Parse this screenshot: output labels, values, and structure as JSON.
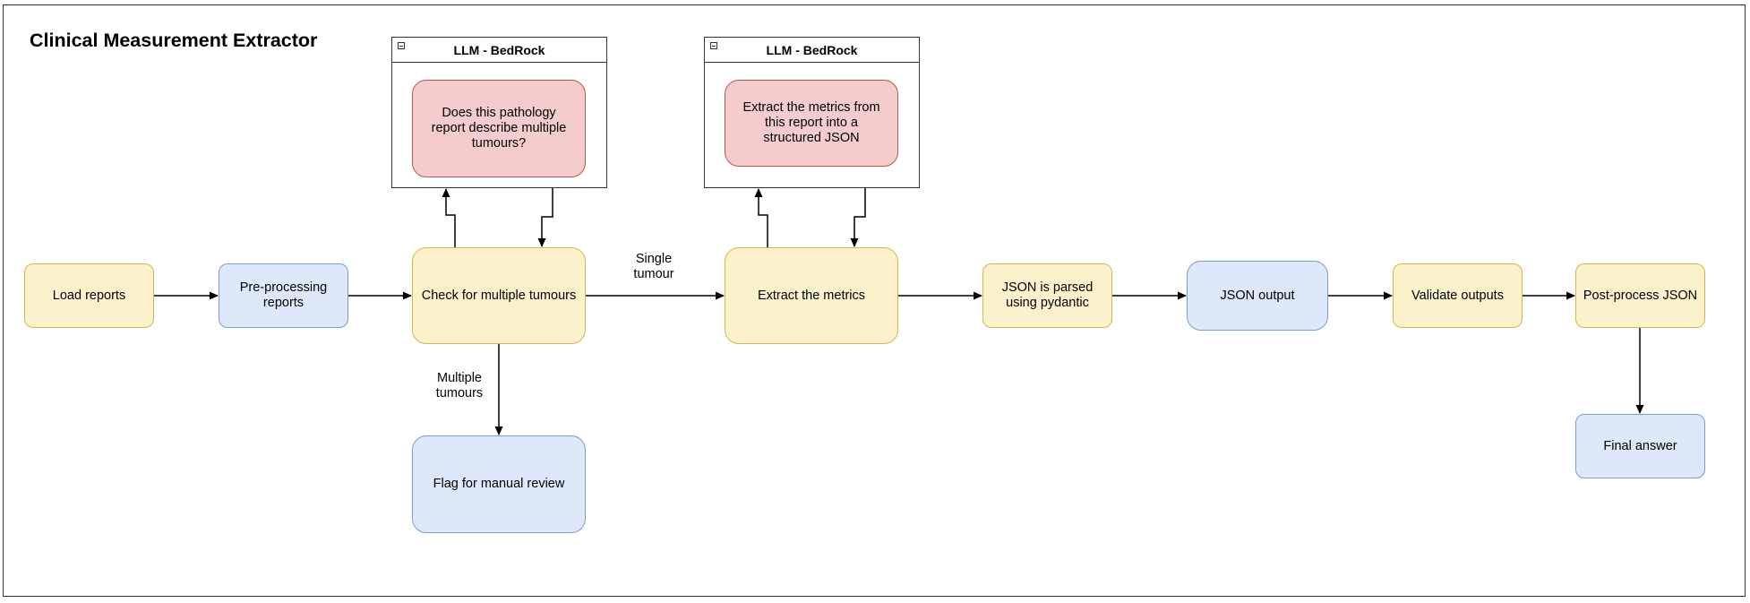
{
  "title": "Clinical Measurement Extractor",
  "llm_group_1": {
    "header": "LLM - BedRock",
    "prompt": "Does this pathology report describe multiple tumours?"
  },
  "llm_group_2": {
    "header": "LLM - BedRock",
    "prompt": "Extract the metrics from this report into a structured JSON"
  },
  "nodes": {
    "load_reports": "Load reports",
    "pre_processing": "Pre-processing reports",
    "check_multiple": "Check for multiple tumours",
    "flag_review": "Flag for manual review",
    "extract_metrics": "Extract the metrics",
    "json_parsed": "JSON is parsed using pydantic",
    "json_output": "JSON output",
    "validate_outputs": "Validate outputs",
    "post_process": "Post-process JSON",
    "final_answer": "Final answer"
  },
  "edge_labels": {
    "single_tumour": "Single tumour",
    "multiple_tumours": "Multiple tumours"
  },
  "colors": {
    "process_fill": "#fbf2cc",
    "process_stroke": "#d8b54c",
    "data_fill": "#dde8fa",
    "data_stroke": "#7f9bcb",
    "llm_fill": "#f3cccb",
    "llm_stroke": "#b95752"
  }
}
